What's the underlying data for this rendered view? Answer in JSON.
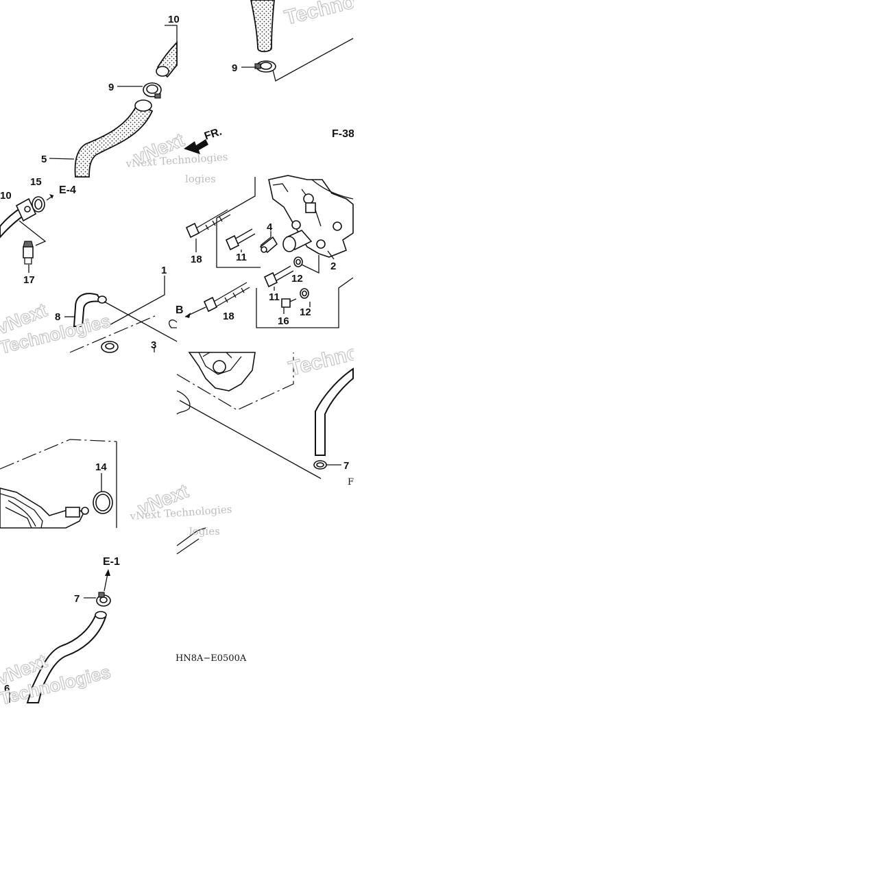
{
  "diagram": {
    "diagram_code": "HN8A−E0500A",
    "callouts": [
      {
        "id": "c10-top",
        "text": "10"
      },
      {
        "id": "c9-left",
        "text": "9"
      },
      {
        "id": "c9-top",
        "text": "9"
      },
      {
        "id": "c5",
        "text": "5"
      },
      {
        "id": "c10-left",
        "text": "10"
      },
      {
        "id": "c15",
        "text": "15"
      },
      {
        "id": "c17",
        "text": "17"
      },
      {
        "id": "c1",
        "text": "1"
      },
      {
        "id": "c8",
        "text": "8"
      },
      {
        "id": "c3",
        "text": "3"
      },
      {
        "id": "c18-upper",
        "text": "18"
      },
      {
        "id": "c4",
        "text": "4"
      },
      {
        "id": "c11-upper",
        "text": "11"
      },
      {
        "id": "c2",
        "text": "2"
      },
      {
        "id": "c12-upper",
        "text": "12"
      },
      {
        "id": "c11-lower",
        "text": "11"
      },
      {
        "id": "c18-lower",
        "text": "18"
      },
      {
        "id": "c16",
        "text": "16"
      },
      {
        "id": "c12-lower",
        "text": "12"
      },
      {
        "id": "c14",
        "text": "14"
      },
      {
        "id": "c7-right",
        "text": "7"
      },
      {
        "id": "c7-left",
        "text": "7"
      },
      {
        "id": "c6",
        "text": "6"
      }
    ],
    "references": {
      "e4": "E-4",
      "e1": "E-1",
      "f38": "F-38",
      "b": "B",
      "f_partial": "F",
      "fr": "FR."
    },
    "watermarks": {
      "brand": "vNext Technologies",
      "part1": "vNext",
      "part2": "Technologies",
      "part3": "Techno",
      "part4": "logies"
    }
  }
}
